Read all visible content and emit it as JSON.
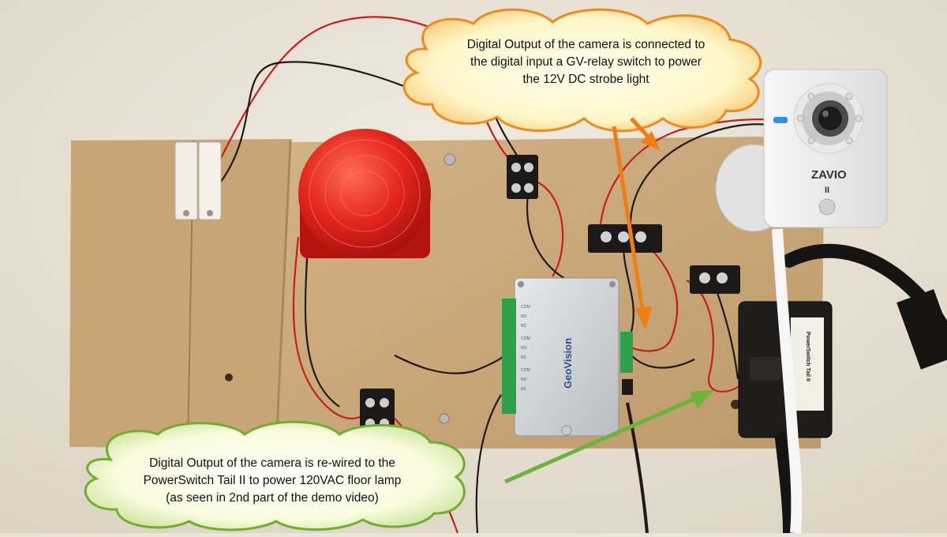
{
  "callouts": {
    "top": {
      "lines": [
        "Digital Output of the camera is connected to",
        "the digital input a GV-relay switch to power",
        "the 12V DC strobe light"
      ]
    },
    "bottom": {
      "lines": [
        "Digital Output of the camera is re-wired to the",
        "PowerSwitch Tail II to power 120VAC floor lamp",
        "(as seen in 2nd part of the demo video)"
      ]
    }
  },
  "labels": {
    "camera_brand": "ZAVIO",
    "camera_model": "II",
    "relay_brand": "GeoVision",
    "power_switch": "PowerSwitch Tail II"
  },
  "colors": {
    "wall": "#ebe5d9",
    "board": "#c9a878",
    "strobe": "#e0241e",
    "top_cloud": "#fff8cf",
    "top_cloud_border": "#f08a1c",
    "bottom_cloud": "#fbfce0",
    "bottom_cloud_border": "#6fae2e",
    "top_arrow": "#f07d15",
    "bottom_arrow": "#6cb33a"
  }
}
